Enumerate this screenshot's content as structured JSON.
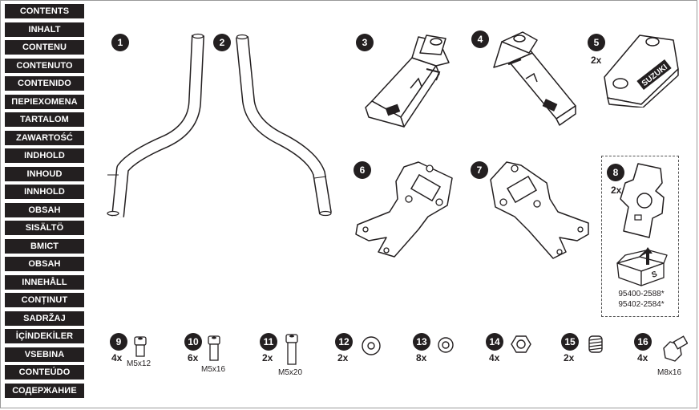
{
  "languages": [
    "CONTENTS",
    "INHALT",
    "CONTENU",
    "CONTENUTO",
    "CONTENIDO",
    "ΠΕΡΙΕΧΟΜΕΝΑ",
    "TARTALOM",
    "ZAWARTOŚĆ",
    "INDHOLD",
    "INHOUD",
    "INNHOLD",
    "OBSAH",
    "SISÄLTÖ",
    "ВМІСТ",
    "OBSAH",
    "INNEHÅLL",
    "CONȚINUT",
    "SADRŽAJ",
    "İÇİNDEKİLER",
    "VSEBINA",
    "CONTEÚDO",
    "СОДЕРЖАНИЕ"
  ],
  "parts": {
    "p1": {
      "num": "1"
    },
    "p2": {
      "num": "2"
    },
    "p3": {
      "num": "3"
    },
    "p4": {
      "num": "4"
    },
    "p5": {
      "num": "5",
      "qty": "2x"
    },
    "p6": {
      "num": "6"
    },
    "p7": {
      "num": "7"
    },
    "p8": {
      "num": "8",
      "qty": "2x",
      "partnos": [
        "95400-2588*",
        "95402-2584*"
      ]
    },
    "p9": {
      "num": "9",
      "qty": "4x",
      "size": "M5x12"
    },
    "p10": {
      "num": "10",
      "qty": "6x",
      "size": "M5x16"
    },
    "p11": {
      "num": "11",
      "qty": "2x",
      "size": "M5x20"
    },
    "p12": {
      "num": "12",
      "qty": "2x"
    },
    "p13": {
      "num": "13",
      "qty": "8x"
    },
    "p14": {
      "num": "14",
      "qty": "4x"
    },
    "p15": {
      "num": "15",
      "qty": "2x"
    },
    "p16": {
      "num": "16",
      "qty": "4x",
      "size": "M8x16"
    }
  },
  "colors": {
    "ink": "#231f20",
    "part_fill": "#ffffff",
    "frame": "#9a9a9a"
  },
  "brand_logo_text": "SUZUKI"
}
